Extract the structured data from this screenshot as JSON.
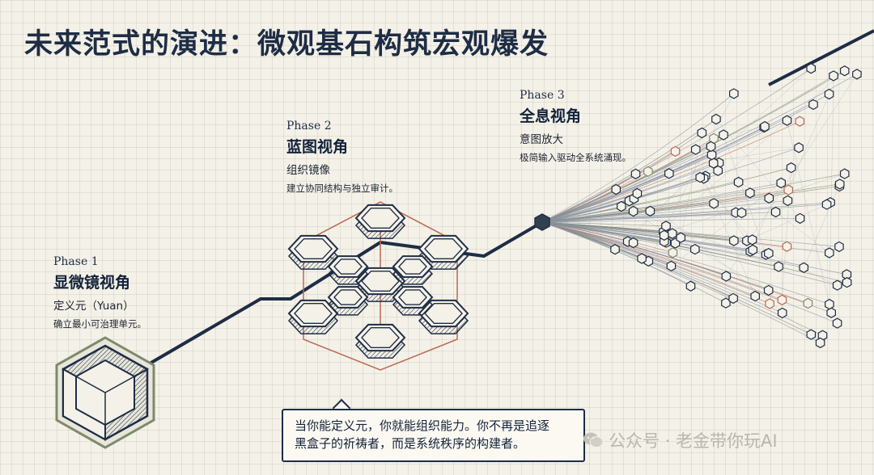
{
  "title": "未来范式的演进：微观基石构筑宏观爆发",
  "phases": [
    {
      "tag": "Phase 1",
      "name": "显微镜视角",
      "sub": "定义元（Yuan）",
      "desc": "确立最小可治理单元。"
    },
    {
      "tag": "Phase 2",
      "name": "蓝图视角",
      "sub": "组织镜像",
      "desc": "建立协同结构与独立审计。"
    },
    {
      "tag": "Phase 3",
      "name": "全息视角",
      "sub": "意图放大",
      "desc": "极简输入驱动全系统涌现。"
    }
  ],
  "callout": {
    "line1": "当你能定义元，你就能组织能力。你不再是追逐",
    "line2": "黑盒子的祈祷者，而是系统秩序的构建者。"
  },
  "watermark": {
    "text": "公众号 · 老金带你玩AI",
    "icon": "wechat-icon"
  },
  "colors": {
    "navy": "#1e2d45",
    "sage": "#7d8a6c",
    "rust": "#b86a52",
    "background": "#f4f1e8"
  },
  "icons": [
    "cube-icon",
    "hexagon-lattice-icon",
    "node-network-icon"
  ]
}
